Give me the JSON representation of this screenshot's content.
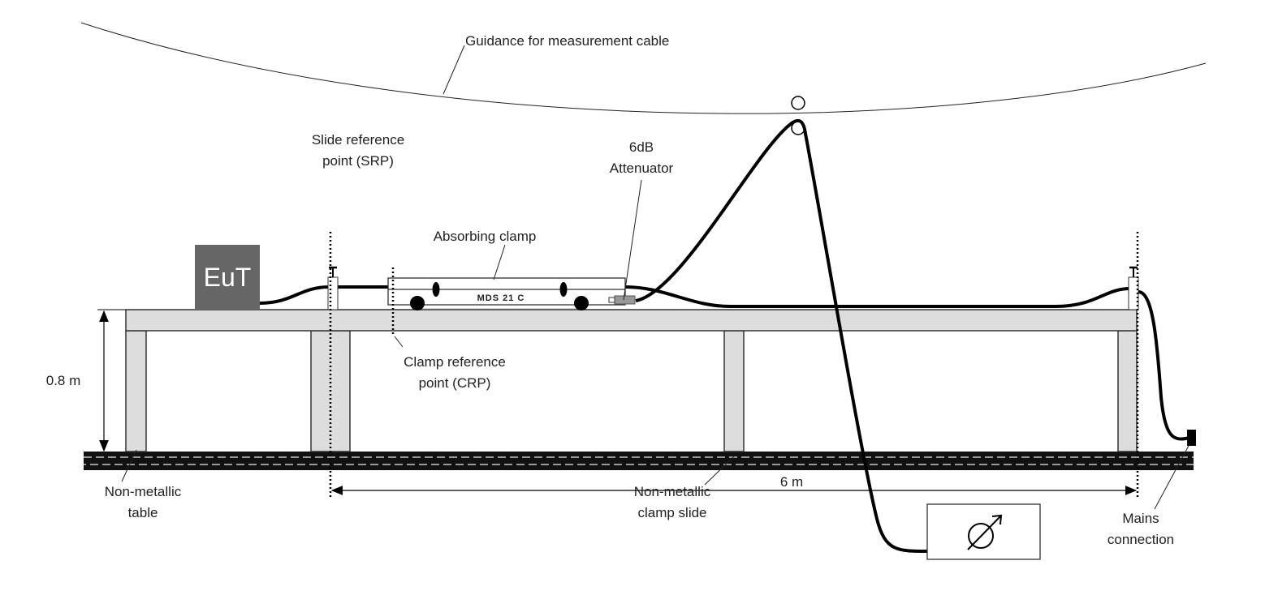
{
  "labels": {
    "guidance": "Guidance for measurement cable",
    "srp_line1": "Slide reference",
    "srp_line2": "point (SRP)",
    "absorbing_clamp": "Absorbing clamp",
    "attenuator_line1": "6dB",
    "attenuator_line2": "Attenuator",
    "eut": "EuT",
    "clamp_model": "MDS 21 C",
    "crp_line1": "Clamp reference",
    "crp_line2": "point (CRP)",
    "height": "0.8 m",
    "distance": "6 m",
    "table_line1": "Non-metallic",
    "table_line2": "table",
    "slide_line1": "Non-metallic",
    "slide_line2": "clamp slide",
    "mains_line1": "Mains",
    "mains_line2": "connection"
  },
  "colors": {
    "eut_fill": "#666666",
    "table_fill": "#dddddd",
    "attenuator_fill": "#999999"
  }
}
